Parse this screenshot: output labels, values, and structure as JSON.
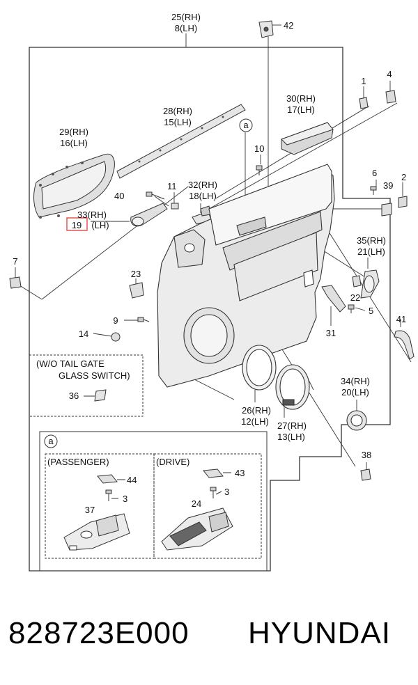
{
  "callouts": {
    "c25": "25(RH)",
    "c8": "8(LH)",
    "c42": "42",
    "c1": "1",
    "c4": "4",
    "c30": "30(RH)",
    "c17": "17(LH)",
    "c28": "28(RH)",
    "c15": "15(LH)",
    "c29": "29(RH)",
    "c16": "16(LH)",
    "ca": "a",
    "c10": "10",
    "c6": "6",
    "c2": "2",
    "c39": "39",
    "c40": "40",
    "c11": "11",
    "c32": "32(RH)",
    "c18": "18(LH)",
    "c33": "33(RH)",
    "c19": "19",
    "c19lh": "(LH)",
    "c35": "35(RH)",
    "c21": "21(LH)",
    "c7": "7",
    "c23": "23",
    "c22": "22",
    "c5": "5",
    "c9": "9",
    "c41": "41",
    "c31": "31",
    "c14": "14",
    "c34": "34(RH)",
    "c20": "20(LH)",
    "c26": "26(RH)",
    "c12": "12(LH)",
    "c27": "27(RH)",
    "c13": "13(LH)",
    "c36": "36",
    "c38": "38",
    "c44": "44",
    "c3a": "3",
    "c37": "37",
    "c43": "43",
    "c3b": "3",
    "c24": "24"
  },
  "note_box": {
    "line1": "(W/O TAIL GATE",
    "line2": "GLASS SWITCH)"
  },
  "detail_box": {
    "marker": "a",
    "passenger": "(PASSENGER)",
    "drive": "(DRIVE)"
  },
  "footer": {
    "part_number": "828723E000",
    "brand": "HYUNDAI"
  },
  "colors": {
    "line": "#222222",
    "highlight": "#e53935",
    "part_fill": "#e6e6e6",
    "part_dark": "#555555"
  }
}
